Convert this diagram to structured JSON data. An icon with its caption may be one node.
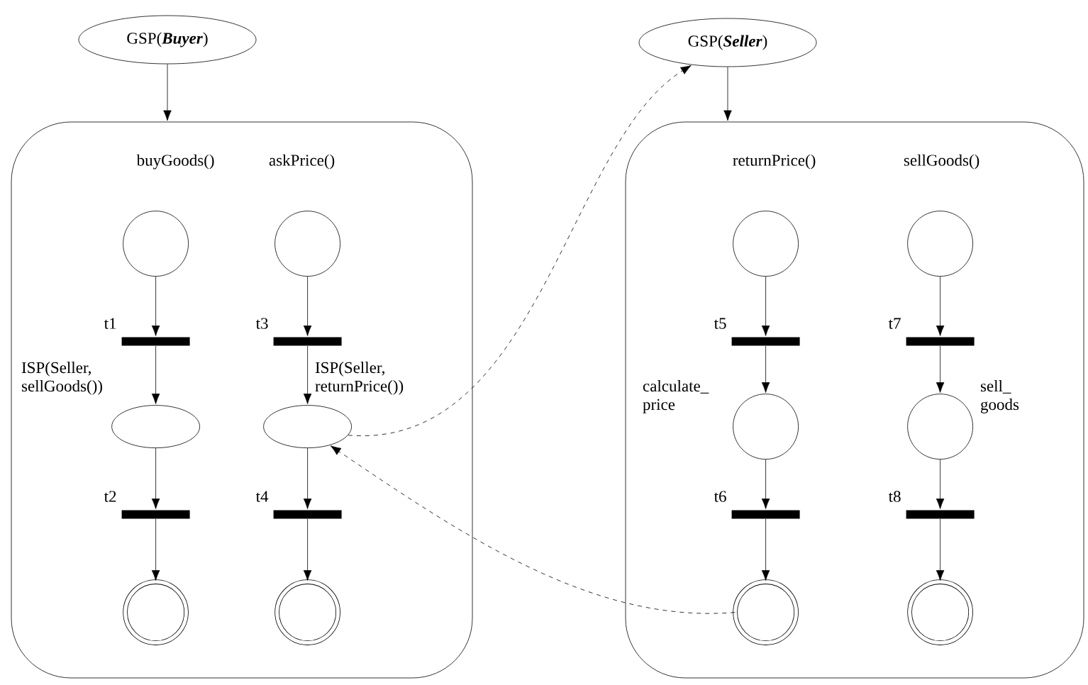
{
  "diagram": {
    "nodes": [
      {
        "text": [
          "GSP(**Buyer**)"
        ]
      },
      {
        "text": [],
        "shape": "box"
      },
      {
        "text": [],
        "shape": "circle",
        "in": 1,
        "beside": [
          "buyGoods()"
        ]
      },
      {
        "text": [],
        "shape": "bar",
        "in": 1,
        "beside": [
          "t1"
        ]
      },
      {
        "text": [],
        "shape": "ellipse",
        "in": 1,
        "beside": [
          "ISP(Seller, sellGoods())"
        ]
      },
      {
        "text": [],
        "shape": "bar",
        "in": 1,
        "beside": [
          "t2"
        ]
      },
      {
        "text": [],
        "shape": "double-circle",
        "in": 1
      },
      {
        "text": [],
        "shape": "circle",
        "in": 1,
        "beside": [
          "askPrice()"
        ]
      },
      {
        "text": [],
        "shape": "bar",
        "in": 1,
        "beside": [
          "t3"
        ]
      },
      {
        "text": [],
        "shape": "ellipse",
        "in": 1,
        "beside": [
          "ISP(Seller, returnPrice())"
        ]
      },
      {
        "text": [],
        "shape": "bar",
        "in": 1,
        "beside": [
          "t4"
        ]
      },
      {
        "text": [],
        "shape": "double-circle",
        "in": 1
      },
      {
        "text": [
          "GSP(**Seller**)"
        ]
      },
      {
        "text": [],
        "shape": "box"
      },
      {
        "text": [],
        "shape": "circle",
        "in": 13,
        "beside": [
          "returnPrice()"
        ]
      },
      {
        "text": [],
        "shape": "bar",
        "in": 13,
        "beside": [
          "t5"
        ]
      },
      {
        "text": [],
        "shape": "circle",
        "in": 13,
        "beside": [
          "calculate_ price"
        ]
      },
      {
        "text": [],
        "shape": "bar",
        "in": 13,
        "beside": [
          "t6"
        ]
      },
      {
        "text": [],
        "shape": "double-circle",
        "in": 13
      },
      {
        "text": [],
        "shape": "circle",
        "in": 13,
        "beside": [
          "sellGoods()"
        ]
      },
      {
        "text": [],
        "shape": "bar",
        "in": 13,
        "beside": [
          "t7"
        ]
      },
      {
        "text": [],
        "shape": "circle",
        "in": 13,
        "beside": [
          "sell_ goods"
        ]
      },
      {
        "text": [],
        "shape": "bar",
        "in": 13,
        "beside": [
          "t8"
        ]
      },
      {
        "text": [],
        "shape": "double-circle",
        "in": 13
      }
    ],
    "edges": [
      {
        "from": 0,
        "to": 1,
        "arrow": "to"
      },
      {
        "from": 2,
        "to": 3,
        "arrow": "to"
      },
      {
        "from": 3,
        "to": 4,
        "arrow": "to"
      },
      {
        "from": 4,
        "to": 5,
        "arrow": "to"
      },
      {
        "from": 5,
        "to": 6,
        "arrow": "to"
      },
      {
        "from": 7,
        "to": 8,
        "arrow": "to"
      },
      {
        "from": 8,
        "to": 9,
        "arrow": "to"
      },
      {
        "from": 9,
        "to": 10,
        "arrow": "to"
      },
      {
        "from": 10,
        "to": 11,
        "arrow": "to"
      },
      {
        "from": 12,
        "to": 13,
        "arrow": "to"
      },
      {
        "from": 14,
        "to": 15,
        "arrow": "to"
      },
      {
        "from": 15,
        "to": 16,
        "arrow": "to"
      },
      {
        "from": 16,
        "to": 17,
        "arrow": "to"
      },
      {
        "from": 17,
        "to": 18,
        "arrow": "to"
      },
      {
        "from": 19,
        "to": 20,
        "arrow": "to"
      },
      {
        "from": 20,
        "to": 21,
        "arrow": "to"
      },
      {
        "from": 21,
        "to": 22,
        "arrow": "to"
      },
      {
        "from": 22,
        "to": 23,
        "arrow": "to"
      },
      {
        "from": 9,
        "to": 12,
        "arrow": "to",
        "style": "dashed"
      },
      {
        "from": 18,
        "to": 9,
        "arrow": "to",
        "style": "dashed"
      }
    ]
  }
}
